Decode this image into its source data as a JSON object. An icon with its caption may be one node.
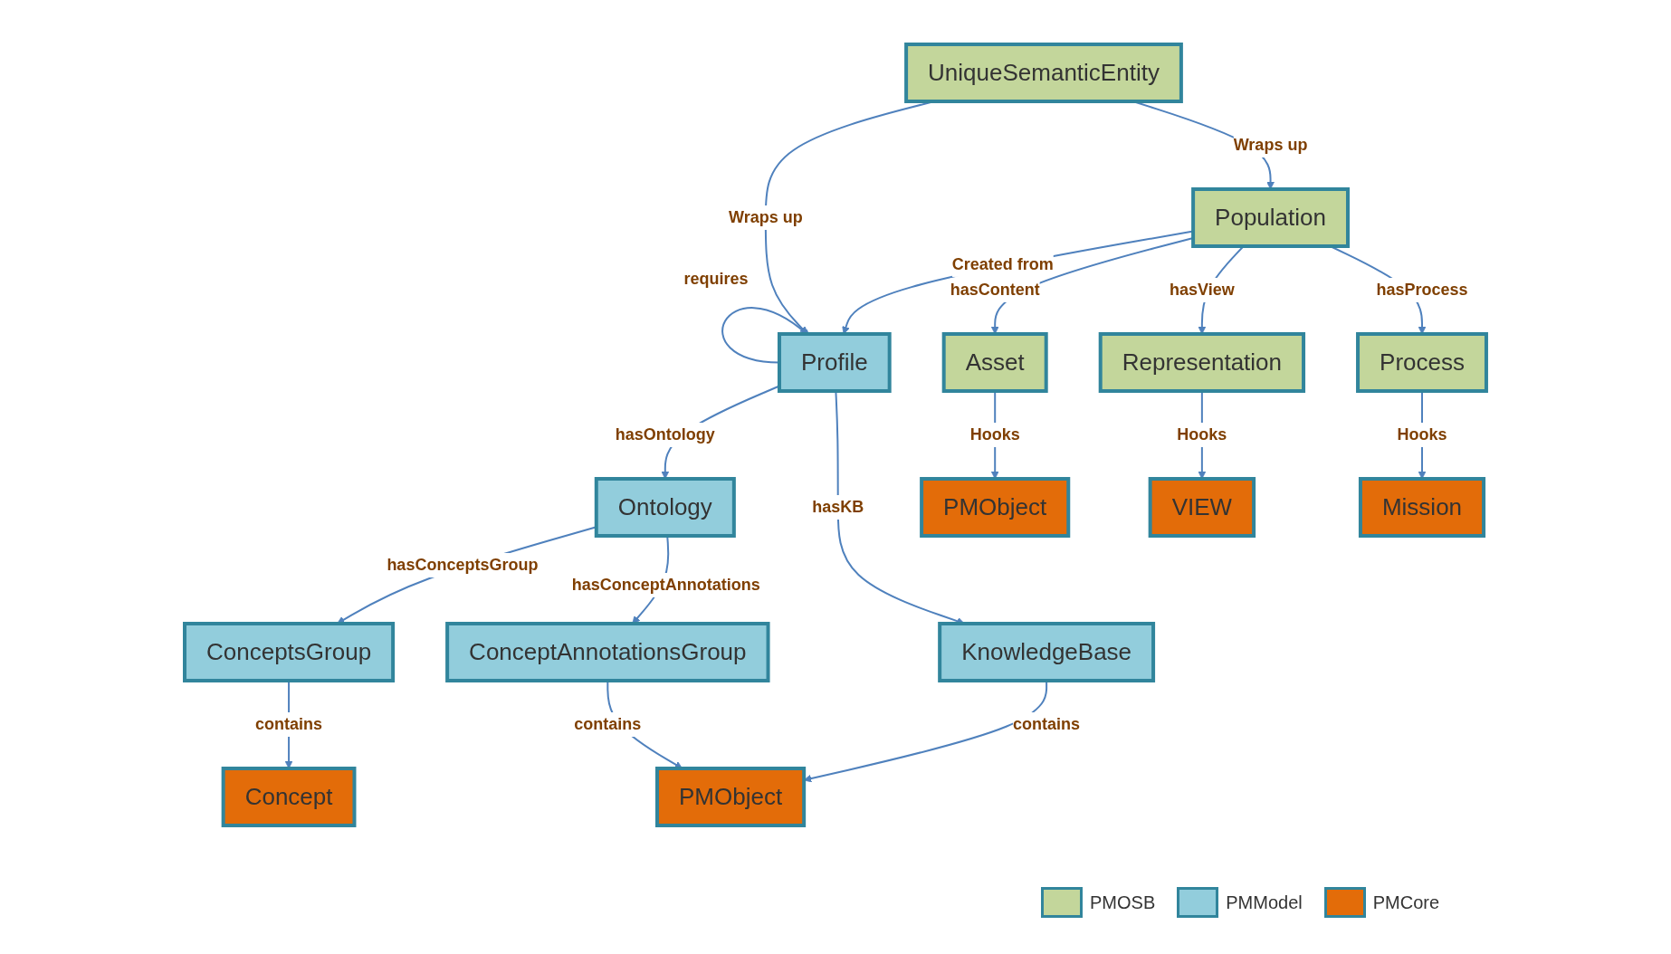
{
  "diagram": {
    "nodes": [
      {
        "text": [
          "UniqueSemanticEntity"
        ]
      },
      {
        "text": [
          "Profile"
        ]
      },
      {
        "text": [
          "Population"
        ]
      },
      {
        "text": [
          "Ontology"
        ]
      },
      {
        "text": [
          "KnowledgeBase"
        ]
      },
      {
        "text": [
          "Asset"
        ]
      },
      {
        "text": [
          "Representation"
        ]
      },
      {
        "text": [
          "Process"
        ]
      },
      {
        "text": [
          "ConceptsGroup"
        ]
      },
      {
        "text": [
          "ConceptAnnotationsGroup"
        ]
      },
      {
        "text": [
          "PMObject"
        ]
      },
      {
        "text": [
          "VIEW"
        ]
      },
      {
        "text": [
          "Mission"
        ]
      },
      {
        "text": [
          "Concept"
        ]
      },
      {
        "text": [
          "PMObject"
        ]
      }
    ],
    "edges": [
      {
        "from": 0,
        "to": 1,
        "arrow": "to",
        "label": "Wraps up"
      },
      {
        "from": 0,
        "to": 2,
        "arrow": "to",
        "label": "Wraps up"
      },
      {
        "from": 1,
        "to": 1,
        "arrow": "to",
        "label": "requires"
      },
      {
        "from": 2,
        "to": 1,
        "arrow": "to",
        "label": "Created from"
      },
      {
        "from": 1,
        "to": 3,
        "arrow": "to",
        "label": "hasOntology"
      },
      {
        "from": 1,
        "to": 4,
        "arrow": "to",
        "label": "hasKB"
      },
      {
        "from": 2,
        "to": 5,
        "arrow": "to",
        "label": "hasContent"
      },
      {
        "from": 2,
        "to": 6,
        "arrow": "to",
        "label": "hasView"
      },
      {
        "from": 2,
        "to": 7,
        "arrow": "to",
        "label": "hasProcess"
      },
      {
        "from": 3,
        "to": 8,
        "arrow": "to",
        "label": "hasConceptsGroup"
      },
      {
        "from": 3,
        "to": 9,
        "arrow": "to",
        "label": "hasConceptAnnotations"
      },
      {
        "from": 4,
        "to": 14,
        "arrow": "to",
        "label": "contains"
      },
      {
        "from": 5,
        "to": 10,
        "arrow": "to",
        "label": "Hooks"
      },
      {
        "from": 6,
        "to": 11,
        "arrow": "to",
        "label": "Hooks"
      },
      {
        "from": 7,
        "to": 12,
        "arrow": "to",
        "label": "Hooks"
      },
      {
        "from": 8,
        "to": 13,
        "arrow": "to",
        "label": "contains"
      },
      {
        "from": 9,
        "to": 14,
        "arrow": "to",
        "label": "contains"
      }
    ],
    "legend": [
      {
        "text": "PMOSB",
        "color": "#c3d69b"
      },
      {
        "text": "PMModel",
        "color": "#92cddc"
      },
      {
        "text": "PMCore",
        "color": "#e36c09"
      }
    ]
  }
}
